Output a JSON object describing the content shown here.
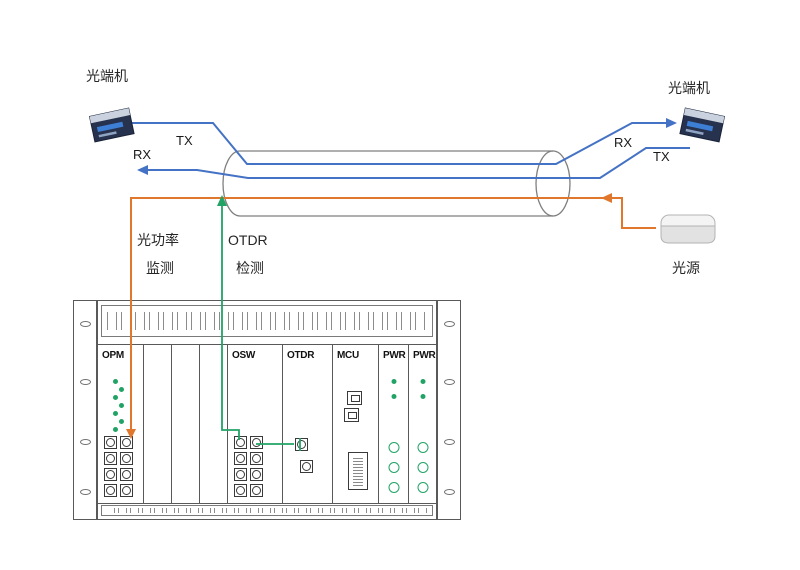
{
  "colors": {
    "signal_blue": "#4472C4",
    "power_monitor_orange": "#E0772C",
    "otdr_green": "#21A366",
    "cable_outline": "#7F7F7F",
    "rack_outline": "#595959"
  },
  "diagram": {
    "left_terminal_label": "光端机",
    "right_terminal_label": "光端机",
    "light_source_label": "光源",
    "left_tx": "TX",
    "left_rx": "RX",
    "right_rx": "RX",
    "right_tx": "TX",
    "power_monitor_line1": "光功率",
    "power_monitor_line2": "监测",
    "otdr_line1": "OTDR",
    "otdr_line2": "检测"
  },
  "rack": {
    "modules": [
      {
        "label": "OPM"
      },
      {
        "label": ""
      },
      {
        "label": ""
      },
      {
        "label": ""
      },
      {
        "label": "OSW"
      },
      {
        "label": "OTDR"
      },
      {
        "label": "MCU"
      },
      {
        "label": "PWR"
      },
      {
        "label": "PWR"
      }
    ]
  }
}
